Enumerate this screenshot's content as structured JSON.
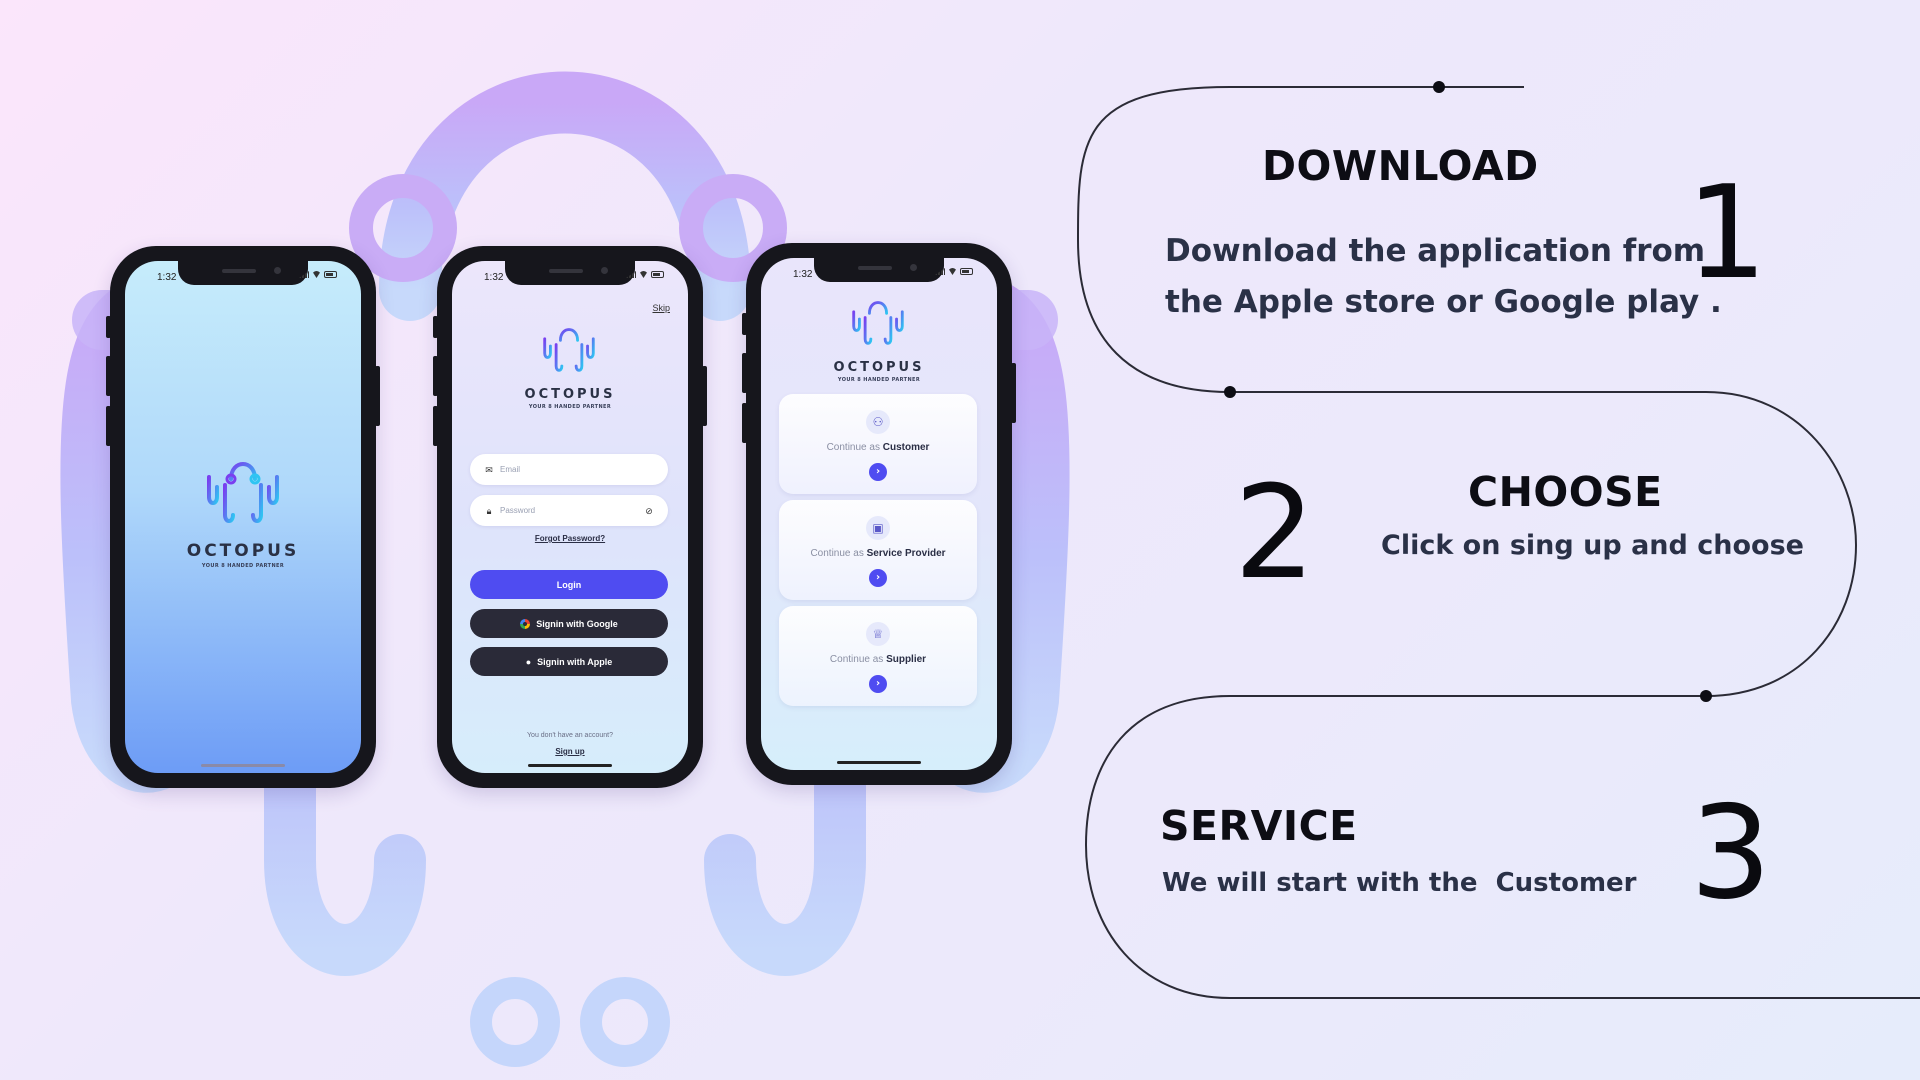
{
  "colors": {
    "accent": "#4f4cf1",
    "dark_button": "#2a2a38",
    "octopus_purple": "#c9a8f7",
    "octopus_blue": "#b7c9fb"
  },
  "phones": {
    "status_time": "1:32",
    "brand_name": "OCTOPUS",
    "brand_tagline": "YOUR 8 HANDED PARTNER",
    "login": {
      "skip": "Skip",
      "email_placeholder": "Email",
      "password_placeholder": "Password",
      "forgot": "Forgot Password?",
      "login_button": "Login",
      "google_button": "Signin with Google",
      "apple_button": "Signin with Apple",
      "no_account": "You don't have an account?",
      "signup": "Sign up",
      "icons": [
        "mail-icon",
        "lock-icon",
        "eye-off-icon",
        "google-icon",
        "apple-icon"
      ]
    },
    "roles": {
      "prefix": "Continue as",
      "items": [
        {
          "label": "Customer",
          "icon": "people-network-icon"
        },
        {
          "label": "Service Provider",
          "icon": "briefcase-icon"
        },
        {
          "label": "Supplier",
          "icon": "crown-icon"
        }
      ]
    }
  },
  "steps": [
    {
      "number": "1",
      "title": "DOWNLOAD",
      "desc_line1": "Download the application from",
      "desc_line2": "the Apple store or Google play ."
    },
    {
      "number": "2",
      "title": "CHOOSE",
      "desc_line1": "Click on sing up and choose"
    },
    {
      "number": "3",
      "title": "SERVICE",
      "desc_line1": "We will start with the  Customer"
    }
  ]
}
